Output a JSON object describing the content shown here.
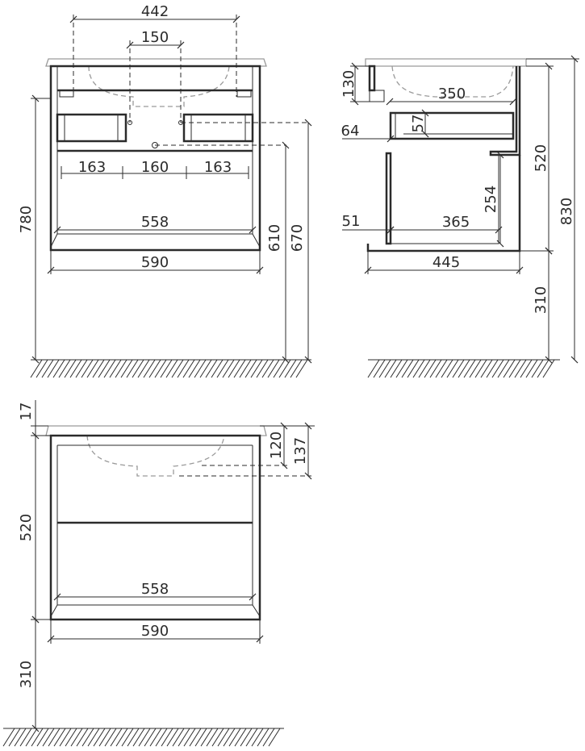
{
  "front_view": {
    "dims": {
      "sink_holes_span": "442",
      "holes_gap": "150",
      "split_left": "163",
      "split_mid": "160",
      "split_right": "163",
      "inner_width": "558",
      "outer_width": "590",
      "total_height": "780",
      "drain_height": "610",
      "supply_height": "670"
    }
  },
  "side_view": {
    "dims": {
      "top_depth": "130",
      "basin_depth": "350",
      "shelf_height": "57",
      "back_gap": "64",
      "side_height": "520",
      "total_height": "830",
      "wall_gap": "51",
      "inner_depth": "365",
      "inner_height": "254",
      "outer_depth": "445",
      "floor_clearance": "310"
    }
  },
  "lower_view": {
    "dims": {
      "top_thickness": "17",
      "drain_depth_1": "120",
      "drain_depth_2": "137",
      "body_height": "520",
      "inner_width": "558",
      "outer_width": "590",
      "floor_clearance": "310"
    }
  }
}
